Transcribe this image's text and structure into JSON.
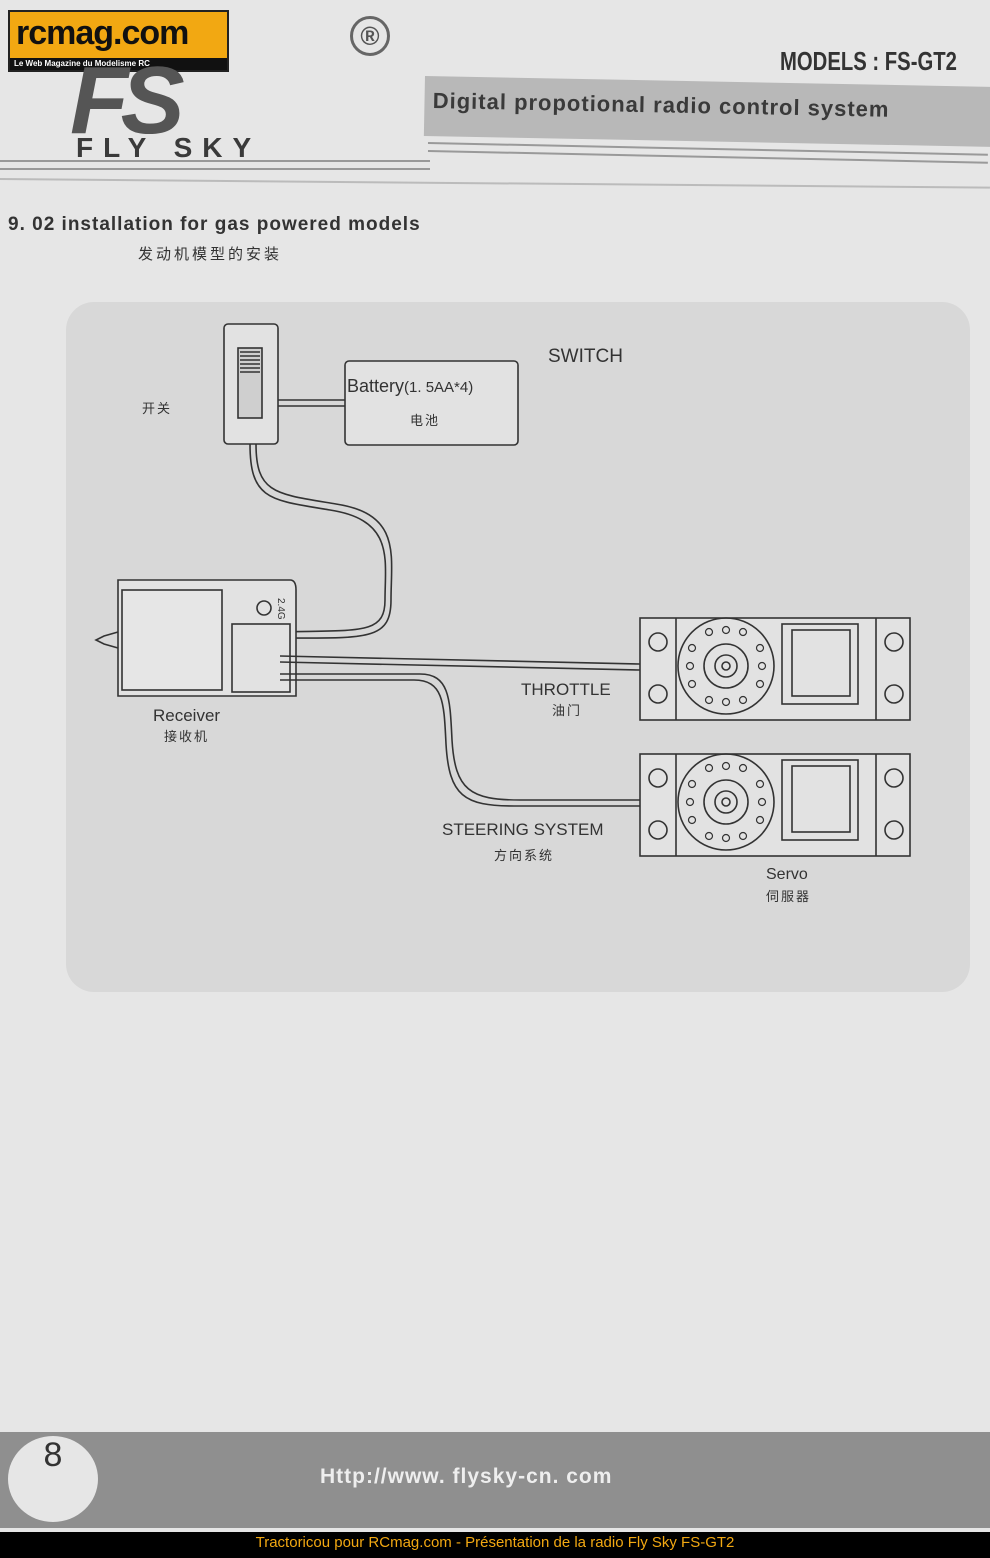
{
  "header": {
    "site_logo": "rcmag.com",
    "site_tagline": "Le Web Magazine du Modelisme RC",
    "brand": "FLY SKY",
    "registered_mark": "®",
    "model": "MODELS : FS-GT2",
    "subtitle": "Digital propotional radio control system"
  },
  "section": {
    "title": "9. 02 installation for gas powered models",
    "title_cn": "发动机模型的安装"
  },
  "diagram": {
    "switch_label": "SWITCH",
    "switch_cn": "开关",
    "battery_label": "Battery",
    "battery_spec": "(1. 5AA*4)",
    "battery_cn": "电池",
    "receiver_label": "Receiver",
    "receiver_cn": "接收机",
    "receiver_badge": "2.4G",
    "throttle_label": "THROTTLE",
    "throttle_cn": "油门",
    "steering_label": "STEERING SYSTEM",
    "steering_cn": "方向系统",
    "servo_label": "Servo",
    "servo_cn": "伺服器"
  },
  "footer": {
    "page_number": "8",
    "url": "Http://www. flysky-cn. com"
  },
  "caption": "Tractoricou pour RCmag.com - Présentation de la radio Fly Sky FS-GT2"
}
